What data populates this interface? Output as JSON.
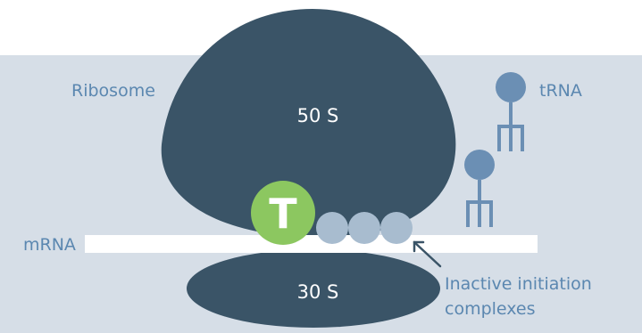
{
  "labels": {
    "ribosome": "Ribosome",
    "large_subunit": "50 S",
    "small_subunit": "30 S",
    "mrna": "mRNA",
    "trna": "tRNA",
    "t_marker": "T",
    "inactive_line1": "Inactive initiation",
    "inactive_line2": "complexes"
  },
  "colors": {
    "background_band": "#d6dee7",
    "ribosome": "#3a5467",
    "label": "#5b87b0",
    "trna": "#6b8fb4",
    "complex_circles": "#a8bccf",
    "t_marker": "#8cc760",
    "mrna_strand": "#ffffff"
  },
  "icons": {
    "trna": "trna-icon",
    "arrow": "arrow-pointer-icon"
  }
}
